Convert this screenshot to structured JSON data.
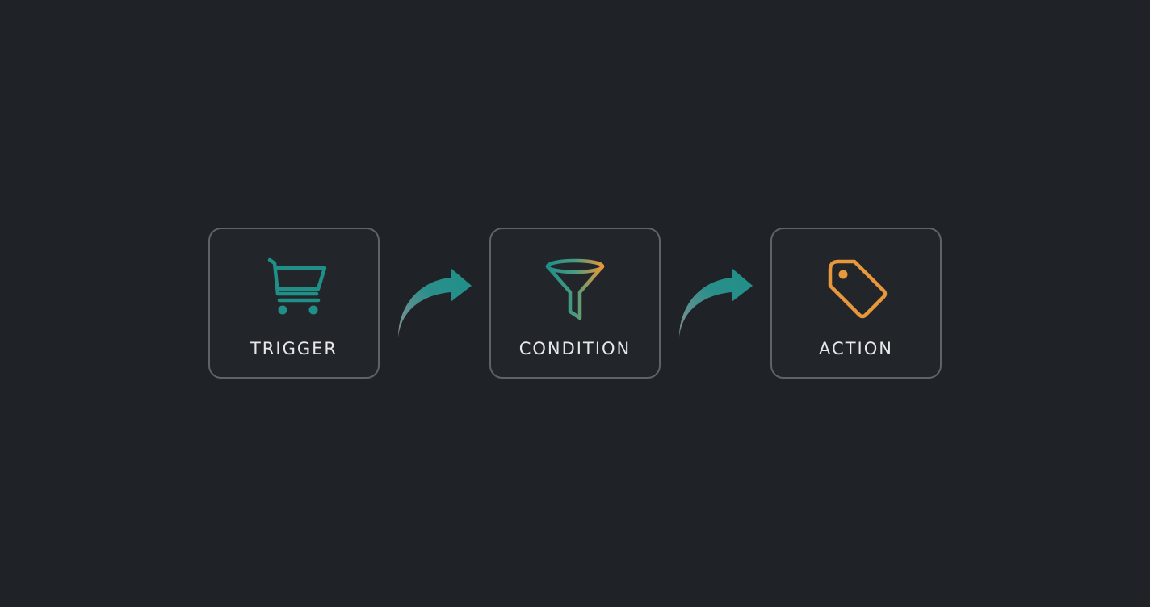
{
  "diagram": {
    "nodes": [
      {
        "label": "TRIGGER",
        "icon": "shopping-cart-icon"
      },
      {
        "label": "CONDITION",
        "icon": "funnel-filter-icon"
      },
      {
        "label": "ACTION",
        "icon": "price-tag-icon"
      }
    ],
    "colors": {
      "background": "#1f2328",
      "node_border": "#5f6368",
      "label": "#e6e8ea",
      "teal": "#1f8f88",
      "orange": "#e8973a",
      "arrow_fade": "#8a9096"
    }
  }
}
